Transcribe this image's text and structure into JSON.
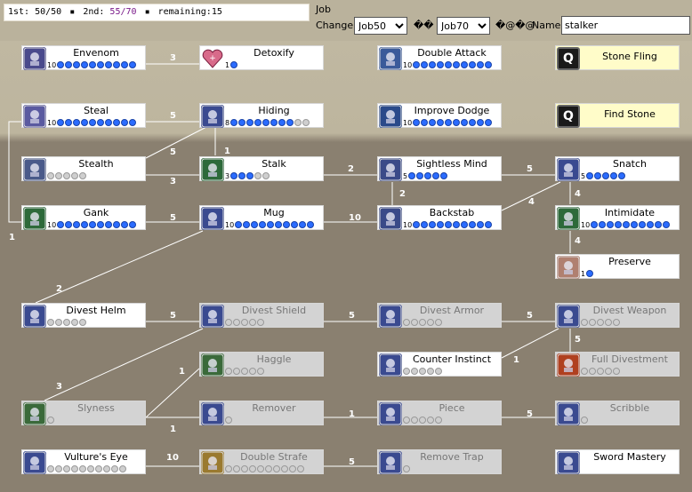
{
  "status": {
    "first": "1st: 50/50",
    "second_label": "2nd: ",
    "second_value": "55/70",
    "remaining": "remaining:15",
    "sep": "▪"
  },
  "header": {
    "job_label": "Job",
    "change_label": "Change",
    "job50": "Job50",
    "job70": "Job70",
    "garbled1": "��",
    "garbled2": "�@�@",
    "name_label": "Name",
    "name_value": "stalker"
  },
  "colors": {
    "pip_on": "#2b6cff",
    "pip_off": "#cfcfcf",
    "link_line": "#ffffff",
    "top_bg": "#c1b9a3",
    "bottom_bg": "#8a8070"
  },
  "skills": [
    {
      "name": "Envenom",
      "level": "10",
      "on": 10,
      "max": 10,
      "icon": "envenom-icon",
      "state": ""
    },
    {
      "name": "Detoxify",
      "level": "1",
      "on": 1,
      "max": 1,
      "icon": "heart-icon",
      "state": ""
    },
    {
      "name": "Double Attack",
      "level": "10",
      "on": 10,
      "max": 10,
      "icon": "double-attack-icon",
      "state": ""
    },
    {
      "name": "Stone Fling",
      "level": "",
      "on": 0,
      "max": 0,
      "icon": "q-icon",
      "state": "note"
    },
    {
      "name": "Steal",
      "level": "10",
      "on": 10,
      "max": 10,
      "icon": "steal-icon",
      "state": ""
    },
    {
      "name": "Hiding",
      "level": "8",
      "on": 8,
      "max": 10,
      "icon": "hiding-icon",
      "state": ""
    },
    {
      "name": "Improve Dodge",
      "level": "10",
      "on": 10,
      "max": 10,
      "icon": "improve-dodge-icon",
      "state": ""
    },
    {
      "name": "Find Stone",
      "level": "",
      "on": 0,
      "max": 0,
      "icon": "q-icon",
      "state": "note"
    },
    {
      "name": "Stealth",
      "level": "",
      "on": 0,
      "max": 5,
      "icon": "stealth-icon",
      "state": ""
    },
    {
      "name": "Stalk",
      "level": "3",
      "on": 3,
      "max": 5,
      "icon": "stalk-icon",
      "state": ""
    },
    {
      "name": "Sightless Mind",
      "level": "5",
      "on": 5,
      "max": 5,
      "icon": "sightless-mind-icon",
      "state": ""
    },
    {
      "name": "Snatch",
      "level": "5",
      "on": 5,
      "max": 5,
      "icon": "snatch-icon",
      "state": ""
    },
    {
      "name": "Gank",
      "level": "10",
      "on": 10,
      "max": 10,
      "icon": "gank-icon",
      "state": ""
    },
    {
      "name": "Mug",
      "level": "10",
      "on": 10,
      "max": 10,
      "icon": "mug-icon",
      "state": ""
    },
    {
      "name": "Backstab",
      "level": "10",
      "on": 10,
      "max": 10,
      "icon": "backstab-icon",
      "state": ""
    },
    {
      "name": "Intimidate",
      "level": "10",
      "on": 10,
      "max": 10,
      "icon": "intimidate-icon",
      "state": ""
    },
    {
      "name": "Preserve",
      "level": "1",
      "on": 1,
      "max": 1,
      "icon": "preserve-icon",
      "state": ""
    },
    {
      "name": "Divest Helm",
      "level": "",
      "on": 0,
      "max": 5,
      "icon": "divest-helm-icon",
      "state": ""
    },
    {
      "name": "Divest Shield",
      "level": "",
      "on": 0,
      "max": 5,
      "icon": "divest-shield-icon",
      "state": "dis"
    },
    {
      "name": "Divest Armor",
      "level": "",
      "on": 0,
      "max": 5,
      "icon": "divest-armor-icon",
      "state": "dis"
    },
    {
      "name": "Divest Weapon",
      "level": "",
      "on": 0,
      "max": 5,
      "icon": "divest-weapon-icon",
      "state": "dis"
    },
    {
      "name": "Haggle",
      "level": "",
      "on": 0,
      "max": 5,
      "icon": "haggle-icon",
      "state": "dis"
    },
    {
      "name": "Counter Instinct",
      "level": "",
      "on": 0,
      "max": 5,
      "icon": "counter-instinct-icon",
      "state": ""
    },
    {
      "name": "Full Divestment",
      "level": "",
      "on": 0,
      "max": 5,
      "icon": "full-divestment-icon",
      "state": "dis"
    },
    {
      "name": "Slyness",
      "level": "",
      "on": 0,
      "max": 1,
      "icon": "slyness-icon",
      "state": "dis"
    },
    {
      "name": "Remover",
      "level": "",
      "on": 0,
      "max": 1,
      "icon": "remover-icon",
      "state": "dis"
    },
    {
      "name": "Piece",
      "level": "",
      "on": 0,
      "max": 5,
      "icon": "piece-icon",
      "state": "dis"
    },
    {
      "name": "Scribble",
      "level": "",
      "on": 0,
      "max": 1,
      "icon": "scribble-icon",
      "state": "dis"
    },
    {
      "name": "Vulture's Eye",
      "level": "",
      "on": 0,
      "max": 10,
      "icon": "vultures-eye-icon",
      "state": ""
    },
    {
      "name": "Double Strafe",
      "level": "",
      "on": 0,
      "max": 10,
      "icon": "double-strafe-icon",
      "state": "dis"
    },
    {
      "name": "Remove Trap",
      "level": "",
      "on": 0,
      "max": 1,
      "icon": "remove-trap-icon",
      "state": "dis"
    },
    {
      "name": "Sword Mastery",
      "level": "",
      "on": 0,
      "max": 0,
      "icon": "sword-mastery-icon",
      "state": ""
    }
  ],
  "link_labels": [
    "3",
    "5",
    "1",
    "5",
    "3",
    "2",
    "5",
    "2",
    "4",
    "4",
    "4",
    "5",
    "10",
    "1",
    "2",
    "5",
    "5",
    "5",
    "1",
    "5",
    "1",
    "3",
    "1",
    "1",
    "5",
    "10",
    "5"
  ]
}
